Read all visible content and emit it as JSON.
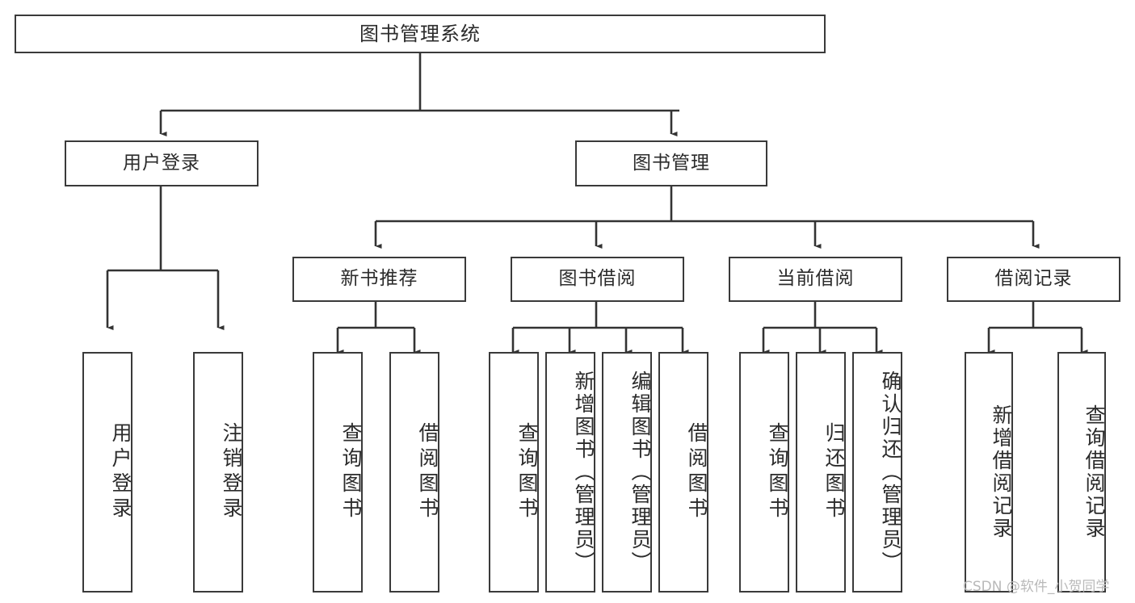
{
  "diagram": {
    "type": "tree",
    "title": "图书管理系统",
    "watermark": "CSDN @软件_小贺同学",
    "colors": {
      "background": "#ffffff",
      "box_border": "#3a3a3a",
      "box_fill": "#ffffff",
      "text": "#2b2b2b",
      "connector": "#333333",
      "watermark": "#b9b9b9"
    },
    "nodes": {
      "root": "图书管理系统",
      "level2": [
        "用户登录",
        "图书管理"
      ],
      "level3": [
        "新书推荐",
        "图书借阅",
        "当前借阅",
        "借阅记录"
      ],
      "leaves": {
        "user_login": [
          "用户登录",
          "注销登录"
        ],
        "new_book_recommend": [
          "查询图书",
          "借阅图书"
        ],
        "book_borrow": [
          "查询图书",
          "新增图书（管理员）",
          "编辑图书（管理员）",
          "借阅图书"
        ],
        "current_borrow": [
          "查询图书",
          "归还图书",
          "确认归还（管理员）"
        ],
        "borrow_record": [
          "新增借阅记录",
          "查询借阅记录"
        ]
      }
    }
  }
}
